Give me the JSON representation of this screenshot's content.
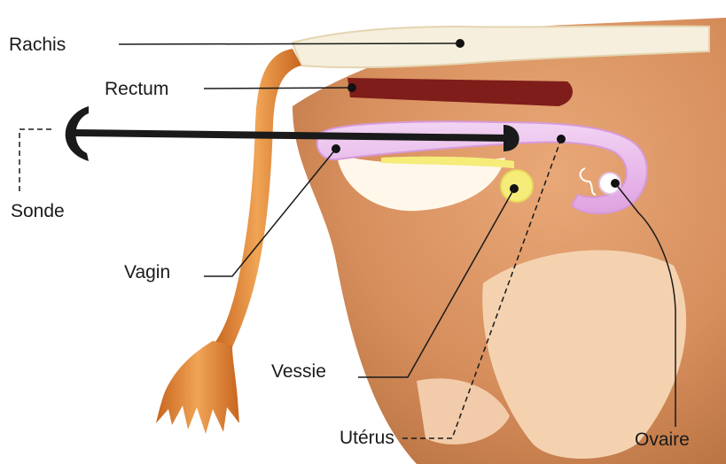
{
  "labels": {
    "rachis": "Rachis",
    "rectum": "Rectum",
    "sonde": "Sonde",
    "vagin": "Vagin",
    "vessie": "Vessie",
    "uterus": "Utérus",
    "ovaire": "Ovaire"
  },
  "colors": {
    "body": "#d9905e",
    "body_dark": "#b96a3a",
    "tail": "#e8913f",
    "rectum": "#7e1d1a",
    "tract": "#e7b6ea",
    "bladder": "#f5ec7a",
    "probe": "#1a1a1a"
  }
}
